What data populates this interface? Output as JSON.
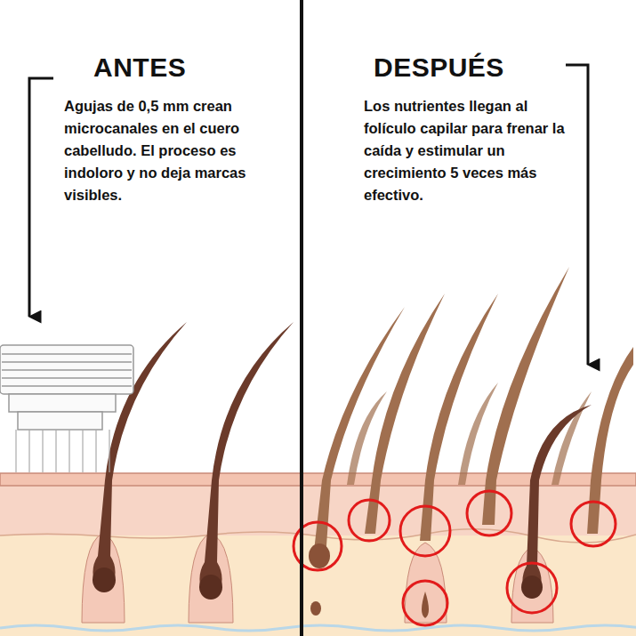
{
  "diagram": {
    "labels": [
      "ANTES",
      "Agujas de 0,5 mm crean microcanales en el cuero cabelludo. El proceso es indoloro y no deja marcas visibles.",
      "DESPUÉS",
      "Los nutrientes llegan al folículo capilar para frenar la caída y estimular un crecimiento 5 veces más efectivo."
    ]
  }
}
